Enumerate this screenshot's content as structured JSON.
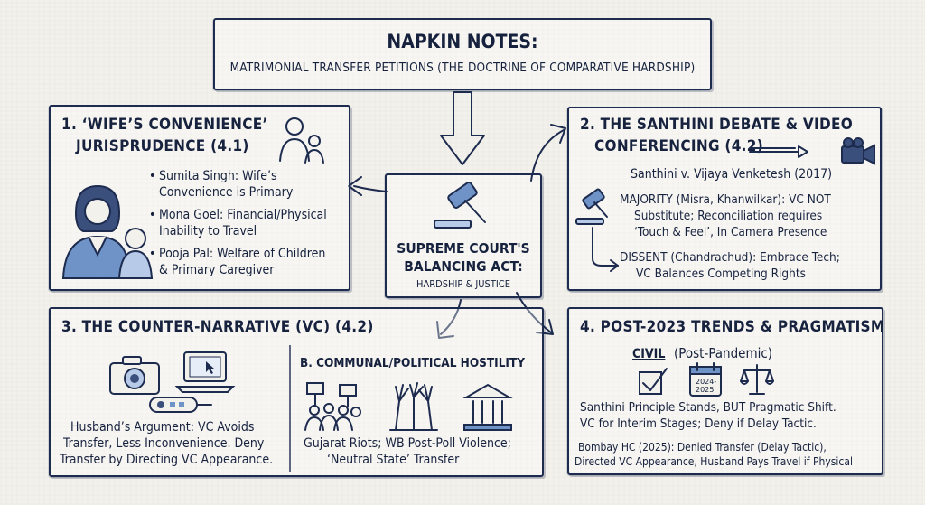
{
  "header": {
    "title": "NAPKIN NOTES:",
    "subtitle": "MATRIMONIAL TRANSFER PETITIONS (THE DOCTRINE OF COMPARATIVE HARDSHIP)"
  },
  "center": {
    "line1": "SUPREME COURT'S",
    "line2": "BALANCING ACT:",
    "line3": "HARDSHIP & JUSTICE"
  },
  "section1": {
    "heading_line1": "1. ‘WIFE’S CONVENIENCE’",
    "heading_line2": "JURISPRUDENCE (4.1)",
    "bullets": [
      {
        "line1": "Sumita Singh: Wife’s",
        "line2": "Convenience is Primary"
      },
      {
        "line1": "Mona Goel: Financial/Physical",
        "line2": "Inability to Travel"
      },
      {
        "line1": "Pooja Pal: Welfare of Children",
        "line2": "& Primary Caregiver"
      }
    ]
  },
  "section2": {
    "heading_line1": "2. THE SANTHINI DEBATE & VIDEO",
    "heading_line2": "CONFERENCING (4.2)",
    "case": "Santhini v. Vijaya Venketesh (2017)",
    "majority": [
      "MAJORITY (Misra, Khanwilkar): VC NOT",
      "Substitute; Reconciliation requires",
      "‘Touch & Feel’, In Camera Presence"
    ],
    "dissent": [
      "DISSENT (Chandrachud): Embrace Tech;",
      "VC Balances Competing Rights"
    ]
  },
  "section3": {
    "heading": "3. THE COUNTER-NARRATIVE (VC) (4.2)",
    "argument": [
      "Husband’s Argument: VC Avoids",
      "Transfer, Less Inconvenience. Deny",
      "Transfer by Directing VC Appearance."
    ],
    "sub_heading": "B. COMMUNAL/POLITICAL HOSTILITY",
    "hostility": [
      "Gujarat Riots; WB Post-Poll Violence;",
      "‘Neutral State’ Transfer"
    ]
  },
  "section4": {
    "heading": "4. POST-2023 TRENDS & PRAGMATISM",
    "civil_label": "CIVIL",
    "civil_note": "(Post-Pandemic)",
    "calendar_text": [
      "2024-",
      "2025"
    ],
    "principle": [
      "Santhini Principle Stands, BUT Pragmatic Shift.",
      "VC for Interim Stages; Deny if Delay Tactic."
    ],
    "bombay": [
      "Bombay HC (2025): Denied Transfer (Delay Tactic),",
      "Directed VC Appearance, Husband Pays Travel if Physical"
    ]
  },
  "colors": {
    "ink": "#1d2b4f",
    "accent_blue": "#6f93c6",
    "napkin": "#f3f1ec"
  }
}
